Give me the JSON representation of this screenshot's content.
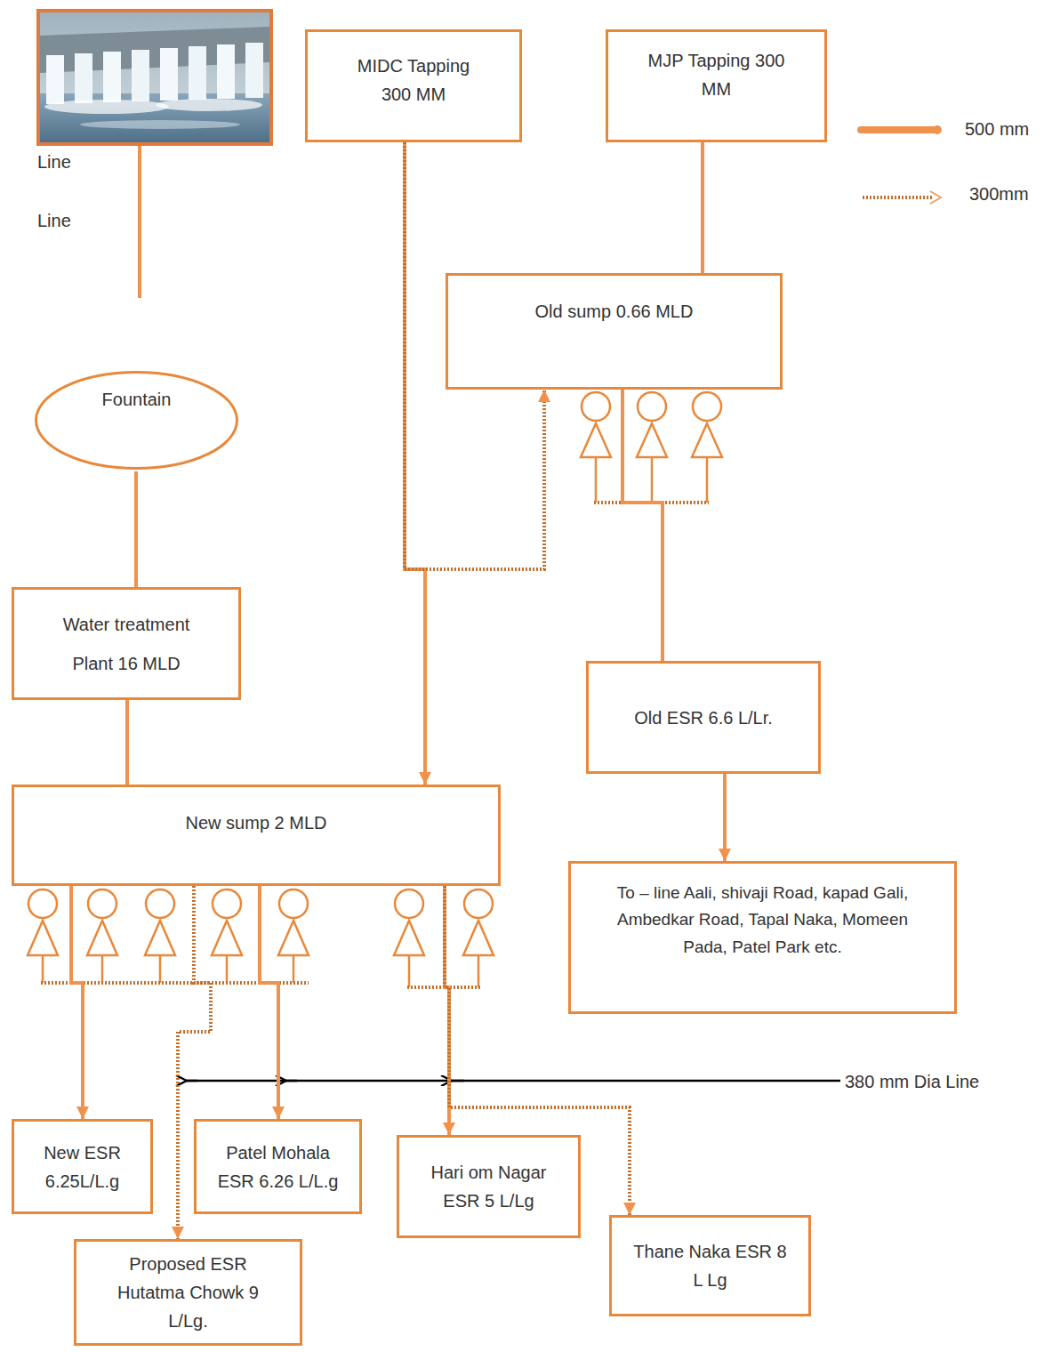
{
  "diagram": {
    "nodes": [
      {
        "text": [
          "MIDC Tapping 300 MM"
        ]
      },
      {
        "text": [
          "MJP Tapping 300 MM"
        ]
      },
      {
        "text": [
          "Old sump 0.66 MLD"
        ]
      },
      {
        "text": [
          "Fountain"
        ]
      },
      {
        "text": [
          "Water treatment Plant 16 MLD"
        ]
      },
      {
        "text": [
          "Old ESR 6.6 L/Lr."
        ]
      },
      {
        "text": [
          "New sump 2 MLD"
        ]
      },
      {
        "text": [
          "To – line Aali, shivaji Road, kapad Gali, Ambedkar Road, Tapal Naka, Momeen Pada, Patel Park etc."
        ]
      },
      {
        "text": [
          "New ESR 6.25L/L.g"
        ]
      },
      {
        "text": [
          "Patel Mohala ESR 6.26 L/L.g"
        ]
      },
      {
        "text": [
          "Hari om Nagar ESR 5 L/Lg"
        ]
      },
      {
        "text": [
          "Thane Naka ESR 8 L Lg"
        ]
      },
      {
        "text": [
          "Proposed ESR Hutatma Chowk 9 L/Lg."
        ]
      }
    ],
    "edges": [
      {
        "from": 0,
        "to": 6,
        "arrow": "to"
      },
      {
        "from": 0,
        "to": 2,
        "arrow": "to"
      },
      {
        "from": 1,
        "to": 2,
        "arrow": "none"
      },
      {
        "from": 2,
        "to": 5,
        "arrow": "none"
      },
      {
        "from": 5,
        "to": 7,
        "arrow": "to"
      },
      {
        "from": 3,
        "to": 4,
        "arrow": "none"
      },
      {
        "from": 4,
        "to": 6,
        "arrow": "none"
      },
      {
        "from": 6,
        "to": 8,
        "arrow": "to"
      },
      {
        "from": 6,
        "to": 9,
        "arrow": "to"
      },
      {
        "from": 6,
        "to": 12,
        "arrow": "to"
      },
      {
        "from": 6,
        "to": 10,
        "arrow": "to"
      },
      {
        "from": 6,
        "to": 11,
        "arrow": "to"
      }
    ],
    "labels": [
      "Line",
      "Line",
      "380 mm Dia Line"
    ],
    "legend": [
      {
        "text": "500 mm"
      },
      {
        "text": "300mm"
      }
    ]
  }
}
